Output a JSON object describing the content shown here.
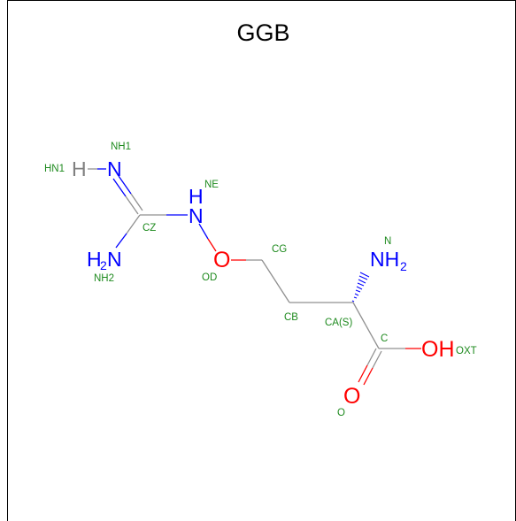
{
  "title": "GGB",
  "atoms": {
    "hn1_h": "H",
    "nh1": "N",
    "nh2_h": "H",
    "nh2_sub": "2",
    "nh2_n": "N",
    "ne_h": "H",
    "ne_n": "N",
    "od": "O",
    "n_n": "NH",
    "n_sub": "2",
    "oh": "OH",
    "o": "O"
  },
  "labels": {
    "hn1": "HN1",
    "nh1": "NH1",
    "nh2": "NH2",
    "cz": "CZ",
    "ne": "NE",
    "od": "OD",
    "cg": "CG",
    "n": "N",
    "cb": "CB",
    "ca": "CA(S)",
    "c": "C",
    "oxt": "OXT",
    "o": "O"
  },
  "colors": {
    "nitrogen": "#0000ff",
    "oxygen": "#ff0000",
    "hydrogen": "#808080",
    "atom_label": "#1e8a1e",
    "bond": "#909090"
  }
}
